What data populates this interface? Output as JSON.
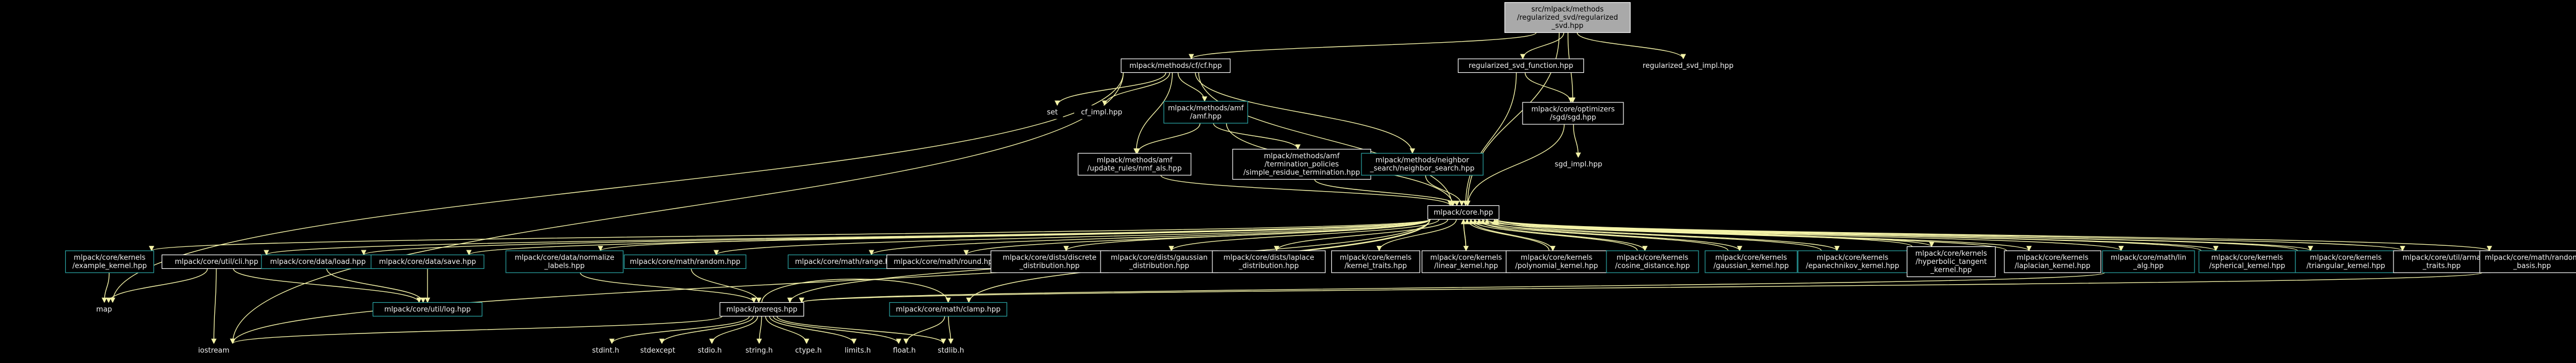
{
  "diagram": {
    "colors": {
      "background": "#000000",
      "edge": "#f4f3a8",
      "node_border": "#ffffff",
      "node_border_documented": "#2ba6a6",
      "node_fill": "#000000",
      "root_fill": "#a9a9a9",
      "root_text": "#000000",
      "text": "#f2f2f2"
    },
    "nodes": [
      {
        "id": "root",
        "lines": [
          "src/mlpack/methods",
          "/regularized_svd/regularized",
          "_svd.hpp"
        ],
        "style": "root"
      },
      {
        "id": "cf",
        "lines": [
          "mlpack/methods/cf/cf.hpp"
        ],
        "style": "plain"
      },
      {
        "id": "rsvd_fn",
        "lines": [
          "regularized_svd_function.hpp"
        ],
        "style": "plain"
      },
      {
        "id": "rsvd_impl",
        "lines": [
          "regularized_svd_impl.hpp"
        ],
        "style": "text"
      },
      {
        "id": "set",
        "lines": [
          "set"
        ],
        "style": "text"
      },
      {
        "id": "cf_impl",
        "lines": [
          "cf_impl.hpp"
        ],
        "style": "text"
      },
      {
        "id": "amf",
        "lines": [
          "mlpack/methods/amf",
          "/amf.hpp"
        ],
        "style": "documented"
      },
      {
        "id": "sgd",
        "lines": [
          "mlpack/core/optimizers",
          "/sgd/sgd.hpp"
        ],
        "style": "plain"
      },
      {
        "id": "nmf_als",
        "lines": [
          "mlpack/methods/amf",
          "/update_rules/nmf_als.hpp"
        ],
        "style": "plain"
      },
      {
        "id": "srt",
        "lines": [
          "mlpack/methods/amf",
          "/termination_policies",
          "/simple_residue_termination.hpp"
        ],
        "style": "plain"
      },
      {
        "id": "nsearch",
        "lines": [
          "mlpack/methods/neighbor",
          "_search/neighbor_search.hpp"
        ],
        "style": "documented"
      },
      {
        "id": "sgd_impl",
        "lines": [
          "sgd_impl.hpp"
        ],
        "style": "text"
      },
      {
        "id": "core",
        "lines": [
          "mlpack/core.hpp"
        ],
        "style": "plain"
      },
      {
        "id": "iskernel",
        "lines": [
          "mlpack/core/kernels",
          "/example_kernel.hpp"
        ],
        "style": "documented"
      },
      {
        "id": "cli",
        "lines": [
          "mlpack/core/util/cli.hpp"
        ],
        "style": "plain"
      },
      {
        "id": "load",
        "lines": [
          "mlpack/core/data/load.hpp"
        ],
        "style": "documented"
      },
      {
        "id": "save",
        "lines": [
          "mlpack/core/data/save.hpp"
        ],
        "style": "documented"
      },
      {
        "id": "normalize",
        "lines": [
          "mlpack/core/data/normalize",
          "_labels.hpp"
        ],
        "style": "documented"
      },
      {
        "id": "random",
        "lines": [
          "mlpack/core/math/random.hpp"
        ],
        "style": "documented"
      },
      {
        "id": "range",
        "lines": [
          "mlpack/core/math/range.hpp"
        ],
        "style": "documented"
      },
      {
        "id": "round",
        "lines": [
          "mlpack/core/math/round.hpp"
        ],
        "style": "plain"
      },
      {
        "id": "discrete",
        "lines": [
          "mlpack/core/dists/discrete",
          "_distribution.hpp"
        ],
        "style": "plain"
      },
      {
        "id": "gaussian_d",
        "lines": [
          "mlpack/core/dists/gaussian",
          "_distribution.hpp"
        ],
        "style": "plain"
      },
      {
        "id": "laplace",
        "lines": [
          "mlpack/core/dists/laplace",
          "_distribution.hpp"
        ],
        "style": "plain"
      },
      {
        "id": "ktraits",
        "lines": [
          "mlpack/core/kernels",
          "/kernel_traits.hpp"
        ],
        "style": "plain"
      },
      {
        "id": "linear",
        "lines": [
          "mlpack/core/kernels",
          "/linear_kernel.hpp"
        ],
        "style": "plain"
      },
      {
        "id": "poly",
        "lines": [
          "mlpack/core/kernels",
          "/polynomial_kernel.hpp"
        ],
        "style": "plain"
      },
      {
        "id": "cosine",
        "lines": [
          "mlpack/core/kernels",
          "/cosine_distance.hpp"
        ],
        "style": "documented"
      },
      {
        "id": "gauss_k",
        "lines": [
          "mlpack/core/kernels",
          "/gaussian_kernel.hpp"
        ],
        "style": "documented"
      },
      {
        "id": "epan",
        "lines": [
          "mlpack/core/kernels",
          "/epanechnikov_kernel.hpp"
        ],
        "style": "documented"
      },
      {
        "id": "hyptan",
        "lines": [
          "mlpack/core/kernels",
          "/hyperbolic_tangent",
          "_kernel.hpp"
        ],
        "style": "plain"
      },
      {
        "id": "lapk",
        "lines": [
          "mlpack/core/kernels",
          "/laplacian_kernel.hpp"
        ],
        "style": "plain"
      },
      {
        "id": "lin_alg",
        "lines": [
          "mlpack/core/math/lin",
          "_alg.hpp"
        ],
        "style": "documented"
      },
      {
        "id": "spherical",
        "lines": [
          "mlpack/core/kernels",
          "/spherical_kernel.hpp"
        ],
        "style": "documented"
      },
      {
        "id": "triangular",
        "lines": [
          "mlpack/core/kernels",
          "/triangular_kernel.hpp"
        ],
        "style": "documented"
      },
      {
        "id": "arma_traits",
        "lines": [
          "mlpack/core/util/arma",
          "_traits.hpp"
        ],
        "style": "plain"
      },
      {
        "id": "rbasis",
        "lines": [
          "mlpack/core/math/random",
          "_basis.hpp"
        ],
        "style": "plain"
      },
      {
        "id": "map",
        "lines": [
          "map"
        ],
        "style": "text"
      },
      {
        "id": "log",
        "lines": [
          "mlpack/core/util/log.hpp"
        ],
        "style": "documented"
      },
      {
        "id": "prereqs",
        "lines": [
          "mlpack/prereqs.hpp"
        ],
        "style": "plain"
      },
      {
        "id": "clamp",
        "lines": [
          "mlpack/core/math/clamp.hpp"
        ],
        "style": "documented"
      },
      {
        "id": "iostream",
        "lines": [
          "iostream"
        ],
        "style": "text"
      },
      {
        "id": "stdint",
        "lines": [
          "stdint.h"
        ],
        "style": "text"
      },
      {
        "id": "stdexcept",
        "lines": [
          "stdexcept"
        ],
        "style": "text"
      },
      {
        "id": "stdio",
        "lines": [
          "stdio.h"
        ],
        "style": "text"
      },
      {
        "id": "string",
        "lines": [
          "string.h"
        ],
        "style": "text"
      },
      {
        "id": "ctype",
        "lines": [
          "ctype.h"
        ],
        "style": "text"
      },
      {
        "id": "limits",
        "lines": [
          "limits.h"
        ],
        "style": "text"
      },
      {
        "id": "float",
        "lines": [
          "float.h"
        ],
        "style": "text"
      },
      {
        "id": "stdlib",
        "lines": [
          "stdlib.h"
        ],
        "style": "text"
      }
    ],
    "edges": [
      [
        "root",
        "cf"
      ],
      [
        "root",
        "rsvd_fn"
      ],
      [
        "root",
        "rsvd_impl"
      ],
      [
        "root",
        "core"
      ],
      [
        "root",
        "sgd"
      ],
      [
        "cf",
        "set"
      ],
      [
        "cf",
        "cf_impl"
      ],
      [
        "cf",
        "amf"
      ],
      [
        "cf",
        "nmf_als"
      ],
      [
        "cf",
        "nsearch"
      ],
      [
        "cf",
        "core"
      ],
      [
        "cf",
        "map"
      ],
      [
        "cf",
        "iostream"
      ],
      [
        "rsvd_fn",
        "sgd"
      ],
      [
        "rsvd_fn",
        "core"
      ],
      [
        "sgd",
        "sgd_impl"
      ],
      [
        "sgd",
        "core"
      ],
      [
        "amf",
        "nmf_als"
      ],
      [
        "amf",
        "srt"
      ],
      [
        "amf",
        "core"
      ],
      [
        "nmf_als",
        "core"
      ],
      [
        "srt",
        "core"
      ],
      [
        "nsearch",
        "core"
      ],
      [
        "core",
        "iskernel"
      ],
      [
        "core",
        "cli"
      ],
      [
        "core",
        "load"
      ],
      [
        "core",
        "save"
      ],
      [
        "core",
        "normalize"
      ],
      [
        "core",
        "random"
      ],
      [
        "core",
        "range"
      ],
      [
        "core",
        "round"
      ],
      [
        "core",
        "discrete"
      ],
      [
        "core",
        "gaussian_d"
      ],
      [
        "core",
        "laplace"
      ],
      [
        "core",
        "ktraits"
      ],
      [
        "core",
        "linear"
      ],
      [
        "core",
        "poly"
      ],
      [
        "core",
        "cosine"
      ],
      [
        "core",
        "gauss_k"
      ],
      [
        "core",
        "epan"
      ],
      [
        "core",
        "hyptan"
      ],
      [
        "core",
        "lapk"
      ],
      [
        "core",
        "lin_alg"
      ],
      [
        "core",
        "spherical"
      ],
      [
        "core",
        "triangular"
      ],
      [
        "core",
        "arma_traits"
      ],
      [
        "core",
        "rbasis"
      ],
      [
        "core",
        "prereqs"
      ],
      [
        "core",
        "clamp"
      ],
      [
        "core",
        "iostream"
      ],
      [
        "linear",
        "core"
      ],
      [
        "poly",
        "core"
      ],
      [
        "cosine",
        "core"
      ],
      [
        "gauss_k",
        "core"
      ],
      [
        "epan",
        "core"
      ],
      [
        "hyptan",
        "core"
      ],
      [
        "lapk",
        "core"
      ],
      [
        "spherical",
        "core"
      ],
      [
        "triangular",
        "core"
      ],
      [
        "iskernel",
        "map"
      ],
      [
        "cli",
        "map"
      ],
      [
        "cli",
        "iostream"
      ],
      [
        "cli",
        "log"
      ],
      [
        "load",
        "log"
      ],
      [
        "save",
        "log"
      ],
      [
        "normalize",
        "prereqs"
      ],
      [
        "random",
        "prereqs"
      ],
      [
        "lin_alg",
        "prereqs"
      ],
      [
        "rbasis",
        "prereqs"
      ],
      [
        "prereqs",
        "iostream"
      ],
      [
        "prereqs",
        "stdint"
      ],
      [
        "prereqs",
        "stdexcept"
      ],
      [
        "prereqs",
        "stdio"
      ],
      [
        "prereqs",
        "string"
      ],
      [
        "prereqs",
        "ctype"
      ],
      [
        "prereqs",
        "limits"
      ],
      [
        "prereqs",
        "float"
      ],
      [
        "prereqs",
        "stdlib"
      ],
      [
        "prereqs",
        "clamp"
      ],
      [
        "clamp",
        "float"
      ],
      [
        "clamp",
        "stdlib"
      ]
    ]
  }
}
